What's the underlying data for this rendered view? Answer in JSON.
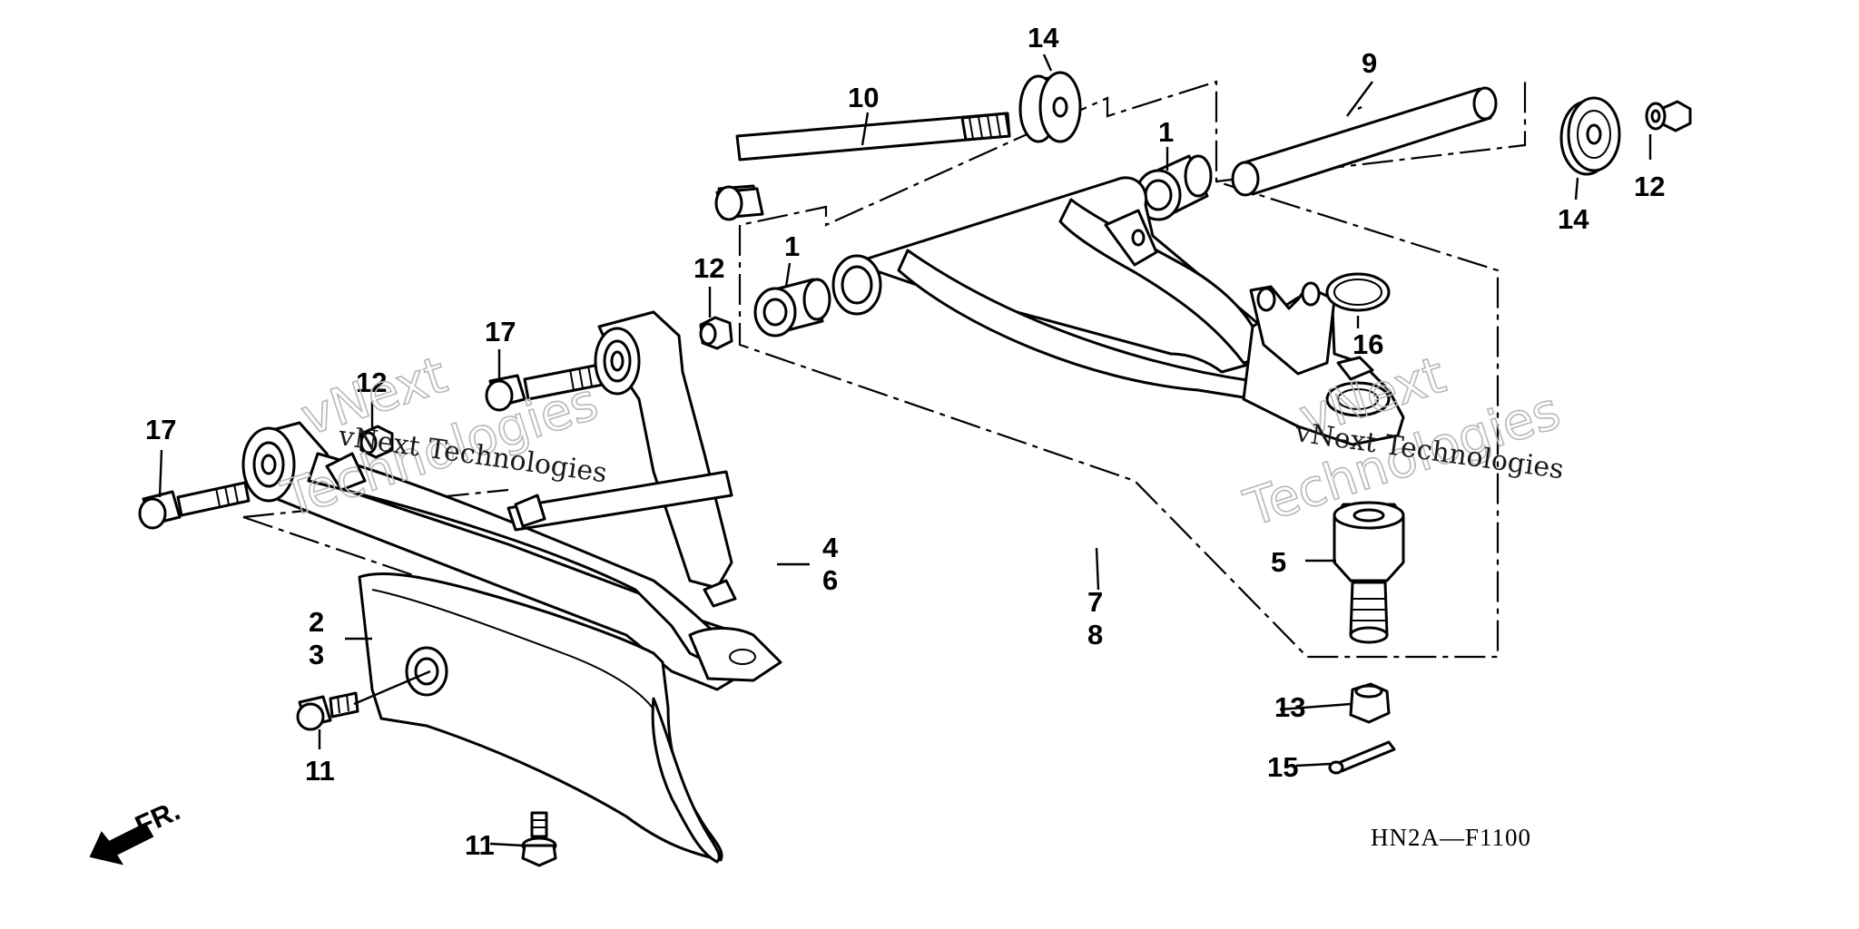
{
  "diagram": {
    "callouts": {
      "c1a": "1",
      "c1b": "1",
      "c2": "2",
      "c3": "3",
      "c4": "4",
      "c5": "5",
      "c6": "6",
      "c7": "7",
      "c8": "8",
      "c9": "9",
      "c10": "10",
      "c11a": "11",
      "c11b": "11",
      "c12a": "12",
      "c12b": "12",
      "c12c": "12",
      "c13": "13",
      "c14a": "14",
      "c14b": "14",
      "c15": "15",
      "c16": "16",
      "c17a": "17",
      "c17b": "17"
    },
    "direction_label": "FR.",
    "diagram_code": "HN2A—F1100",
    "watermark": {
      "brand_line1": "vNext",
      "brand_line2": "Technologies",
      "brand_full": "vNext Technologies"
    },
    "colors": {
      "line": "#000000",
      "background": "#ffffff",
      "watermark": "#b8b8b8"
    }
  }
}
